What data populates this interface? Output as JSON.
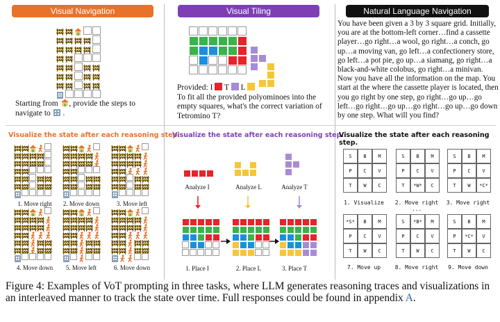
{
  "titles": {
    "visual_navigation": "Visual Navigation",
    "visual_tiling": "Visual Tiling",
    "natural_language_navigation": "Natural Language Navigation"
  },
  "colors": {
    "orange": "#e8722a",
    "purple": "#7e3fb5",
    "black": "#111111",
    "tile_green": "#3bb34a",
    "tile_red": "#e8232c",
    "tile_blue": "#1a8fe0",
    "tile_purple": "#a98ad6",
    "tile_yellow": "#f6c63a",
    "start_icon_orange": "#e8722a",
    "grid_border": "#999999",
    "caption_link": "#2a5db0"
  },
  "icons": {
    "barrier": "bamboo-barrier-icon",
    "start": "house-icon",
    "goal": "office-building-icon",
    "walker": "walking-person-icon"
  },
  "visual_navigation": {
    "instruction_prefix": "Starting from",
    "instruction_middle": ", provide the steps to navigate to",
    "instruction_suffix": ".",
    "step_heading": "Visualize the state after each reasoning step.",
    "steps": [
      "1. Move right",
      "2. Move down",
      "3. Move left",
      "4. Move down",
      "5. Move left",
      "6. Move down"
    ]
  },
  "visual_tiling": {
    "provided_label": "Provided:",
    "provided_pieces": [
      "I",
      "T",
      "L"
    ],
    "question": "To fit all the provided polyominoes into the empty squares, what's the correct variation of Tetromino T?",
    "step_heading": "Visualize the state after each reasoning step.",
    "analyze_labels": [
      "Analyze I",
      "Analyze L",
      "Analyze T"
    ],
    "place_labels": [
      "1. Place I",
      "2. Place L",
      "3. Place T"
    ]
  },
  "natural_language_navigation": {
    "description": "You have been given a 3 by 3 square grid. Initially, you are at the bottom-left corner…find a cassette player…go right…a wool, go right…a conch, go up…a moving van, go left…a confectionery store, go left…a pot pie, go up…a siamang, go right…a black-and-white colobus, go right…a minivan. Now you have all the information on the map. You start at the where the cassette player is located, then you go right by one step, go right…go up…go left…go right…go up…go right…go up…go down by one step. What will you find?",
    "step_heading": "Visualize the state after each reasoning step.",
    "ellipsis": "...",
    "grids": [
      {
        "cells": [
          "S",
          "B",
          "M",
          "P",
          "C",
          "V",
          "T",
          "W",
          "C"
        ],
        "label": "1. Visualize"
      },
      {
        "cells": [
          "S",
          "B",
          "M",
          "P",
          "C",
          "V",
          "T",
          "*W*",
          "C"
        ],
        "label": "2. Move right"
      },
      {
        "cells": [
          "S",
          "B",
          "M",
          "P",
          "C",
          "V",
          "T",
          "W",
          "*C*"
        ],
        "label": "3. Move right"
      },
      {
        "cells": [
          "*S*",
          "B",
          "M",
          "P",
          "C",
          "V",
          "T",
          "W",
          "C"
        ],
        "label": "7. Move up"
      },
      {
        "cells": [
          "S",
          "*B*",
          "M",
          "P",
          "C",
          "V",
          "T",
          "W",
          "C"
        ],
        "label": "8. Move right"
      },
      {
        "cells": [
          "S",
          "B",
          "M",
          "P",
          "*C*",
          "V",
          "T",
          "W",
          "C"
        ],
        "label": "9. Move down"
      }
    ]
  },
  "caption": {
    "text": "Figure 4: Examples of VoT prompting in three tasks, where LLM generates reasoning traces and visualizations in an interleaved manner to track the state over time. Full responses could be found in appendix",
    "link": "A",
    "end": "."
  }
}
